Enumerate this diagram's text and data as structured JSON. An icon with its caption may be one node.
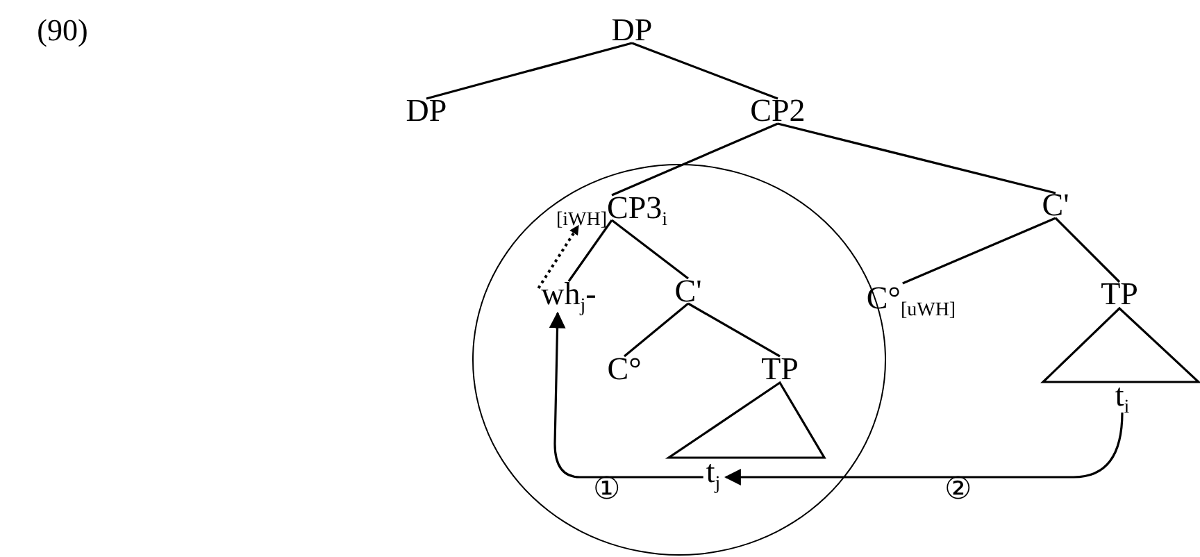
{
  "diagram": {
    "nodes": [
      {
        "text": [
          "DP"
        ]
      },
      {
        "text": [
          "DP"
        ]
      },
      {
        "text": [
          "CP2"
        ]
      },
      {
        "text": [],
        "shape": "circle"
      },
      {
        "text": [
          "$_{[iWH]}$CP3$_{i}$"
        ],
        "in": 3
      },
      {
        "text": [
          "C'"
        ]
      },
      {
        "text": [
          "wh$_{j}$-"
        ],
        "in": 3
      },
      {
        "text": [
          "C'"
        ],
        "in": 3
      },
      {
        "text": [
          "C°$_{[uWH]}$"
        ]
      },
      {
        "text": [
          "TP"
        ]
      },
      {
        "text": [
          "C°"
        ],
        "in": 3
      },
      {
        "text": [
          "TP"
        ],
        "in": 3
      },
      {
        "text": [
          "t$_{i}$"
        ]
      },
      {
        "text": [
          "t$_{j}$"
        ],
        "in": 3
      }
    ],
    "edges": [
      {
        "from": 0,
        "to": 1,
        "arrow": "none"
      },
      {
        "from": 0,
        "to": 2,
        "arrow": "none"
      },
      {
        "from": 2,
        "to": 4,
        "arrow": "none"
      },
      {
        "from": 2,
        "to": 5,
        "arrow": "none"
      },
      {
        "from": 4,
        "to": 6,
        "arrow": "none"
      },
      {
        "from": 4,
        "to": 7,
        "arrow": "none"
      },
      {
        "from": 5,
        "to": 8,
        "arrow": "none"
      },
      {
        "from": 5,
        "to": 9,
        "arrow": "none"
      },
      {
        "from": 7,
        "to": 10,
        "arrow": "none"
      },
      {
        "from": 7,
        "to": 11,
        "arrow": "none"
      },
      {
        "from": 9,
        "to": 12,
        "arrow": "none"
      },
      {
        "from": 11,
        "to": 13,
        "arrow": "none"
      },
      {
        "from": 6,
        "to": 4,
        "arrow": "to",
        "style": "dashed"
      },
      {
        "from": 13,
        "to": 6,
        "arrow": "to"
      },
      {
        "from": 12,
        "to": 13,
        "arrow": "to"
      }
    ],
    "labels": [
      "(90)",
      "①",
      "②"
    ]
  }
}
